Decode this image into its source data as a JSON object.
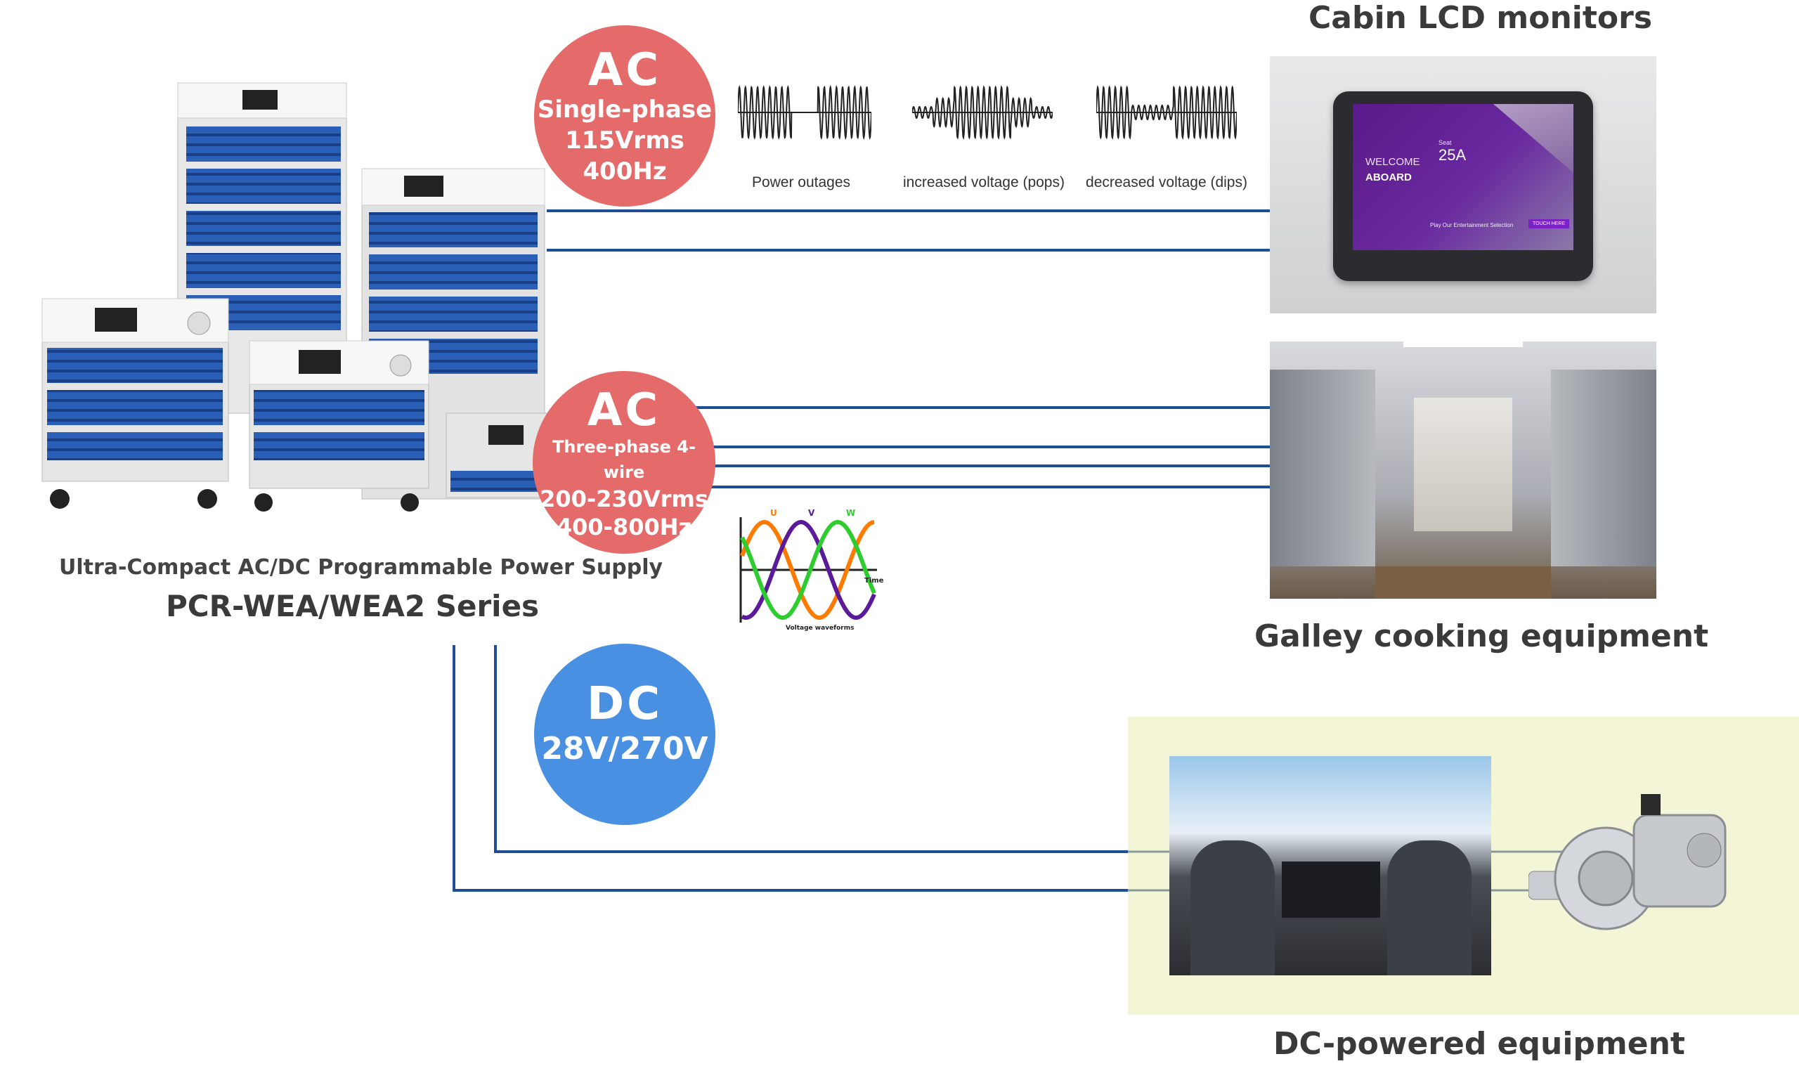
{
  "product": {
    "subtitle": "Ultra-Compact AC/DC Programmable Power Supply",
    "series": "PCR-WEA/WEA2 Series"
  },
  "ac_single": {
    "label": "AC",
    "line1": "Single-phase",
    "line2": "115Vrms",
    "line3": "400Hz"
  },
  "ac_three": {
    "label": "AC",
    "line1": "Three-phase 4-wire",
    "line2": "200-230Vrms",
    "line3": "400-800Hz"
  },
  "dc": {
    "label": "DC",
    "line1": "28V/270V"
  },
  "waveforms": {
    "outage": "Power outages",
    "pops": "increased voltage (pops)",
    "dips": "decreased voltage (dips)"
  },
  "three_phase_chart": {
    "u": "U",
    "v": "V",
    "w": "W",
    "time": "Time",
    "caption": "Voltage waveforms"
  },
  "equipment": {
    "cabin": "Cabin LCD monitors",
    "galley": "Galley cooking equipment",
    "dc_equipment": "DC-powered equipment"
  },
  "monitor_screen": {
    "welcome": "WELCOME",
    "aboard": "ABOARD",
    "seat_label": "Seat",
    "seat": "25A",
    "entertainment": "Play Our Entertainment Selection",
    "touch": "TOUCH HERE"
  },
  "colors": {
    "ac": "#e56a6a",
    "dc": "#4a90e2",
    "wire": "#1f4e96",
    "dc_panel": "#f3f5d6",
    "phase_u": "#ff7a00",
    "phase_v": "#5a1a9a",
    "phase_w": "#2ecc2e"
  }
}
